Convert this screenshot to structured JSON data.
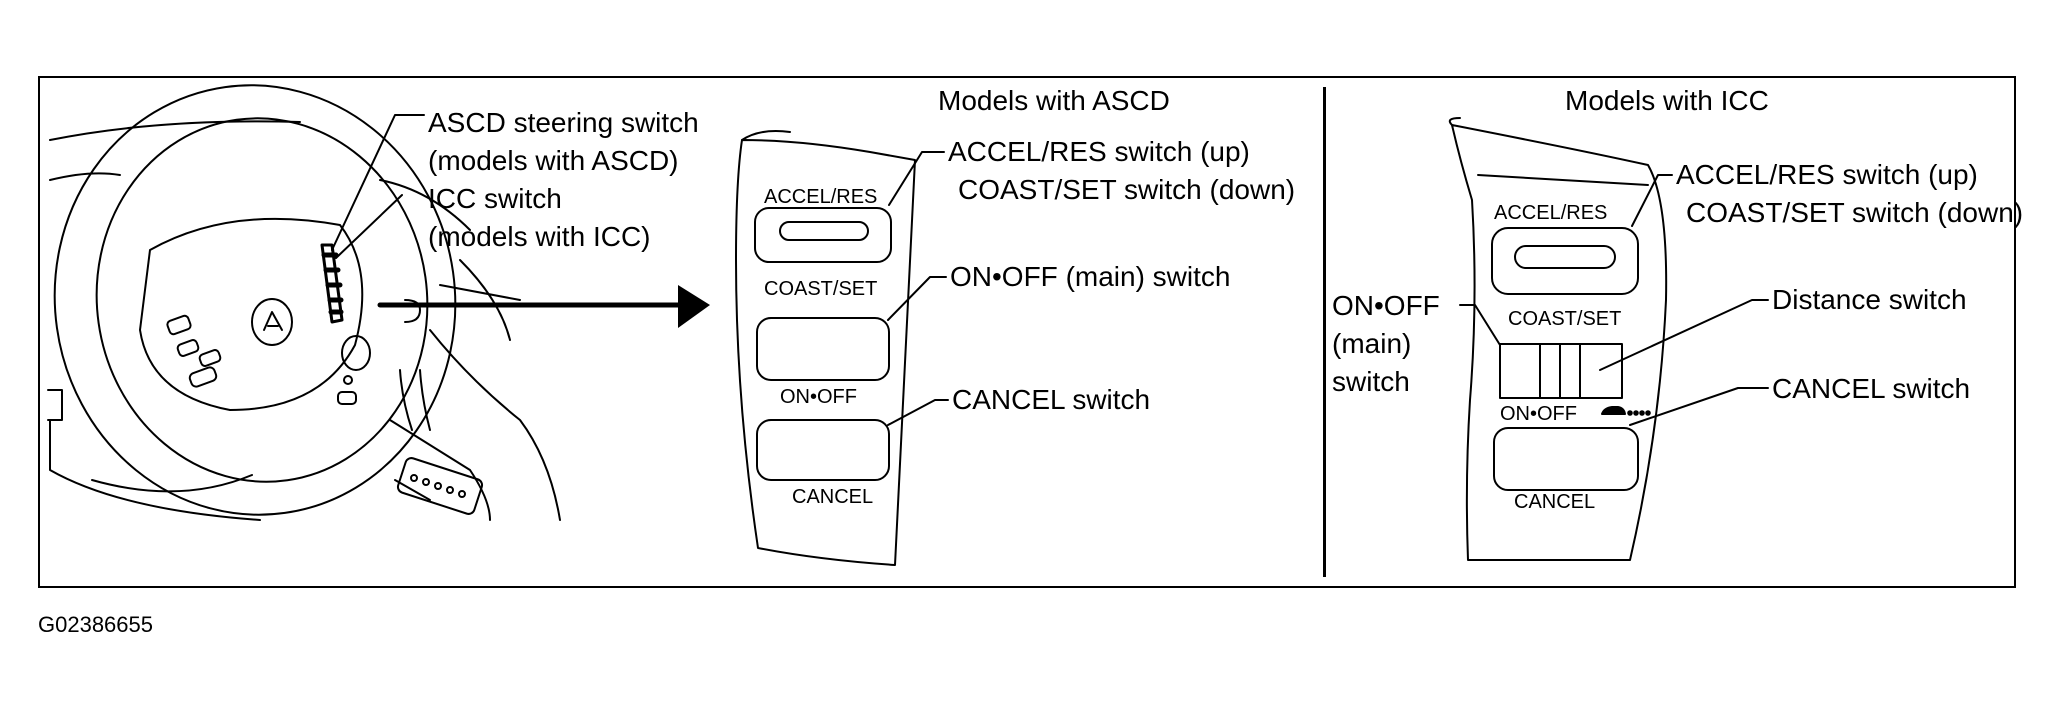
{
  "header_left": "Models with ASCD",
  "header_right": "Models with ICC",
  "callouts": {
    "ascd_steering_switch": "ASCD steering switch",
    "models_with_ascd": "(models with ASCD)",
    "icc_switch": "ICC switch",
    "models_with_icc": "(models with ICC)",
    "ascd_accel_res": "ACCEL/RES switch (up)",
    "ascd_coast_set": "COAST/SET switch (down)",
    "ascd_on_off": "ON•OFF (main) switch",
    "ascd_cancel": "CANCEL switch",
    "icc_accel_res": "ACCEL/RES switch (up)",
    "icc_coast_set": "COAST/SET switch (down)",
    "icc_distance": "Distance switch",
    "icc_cancel": "CANCEL switch",
    "icc_on_off_1": "ON•OFF",
    "icc_on_off_2": "(main)",
    "icc_on_off_3": "switch"
  },
  "ascd_panel": {
    "accel_res": "ACCEL/RES",
    "coast_set": "COAST/SET",
    "on_off": "ON•OFF",
    "cancel": "CANCEL"
  },
  "icc_panel": {
    "accel_res": "ACCEL/RES",
    "coast_set": "COAST/SET",
    "on_off": "ON•OFF",
    "cancel": "CANCEL"
  },
  "figure_id": "G02386655"
}
